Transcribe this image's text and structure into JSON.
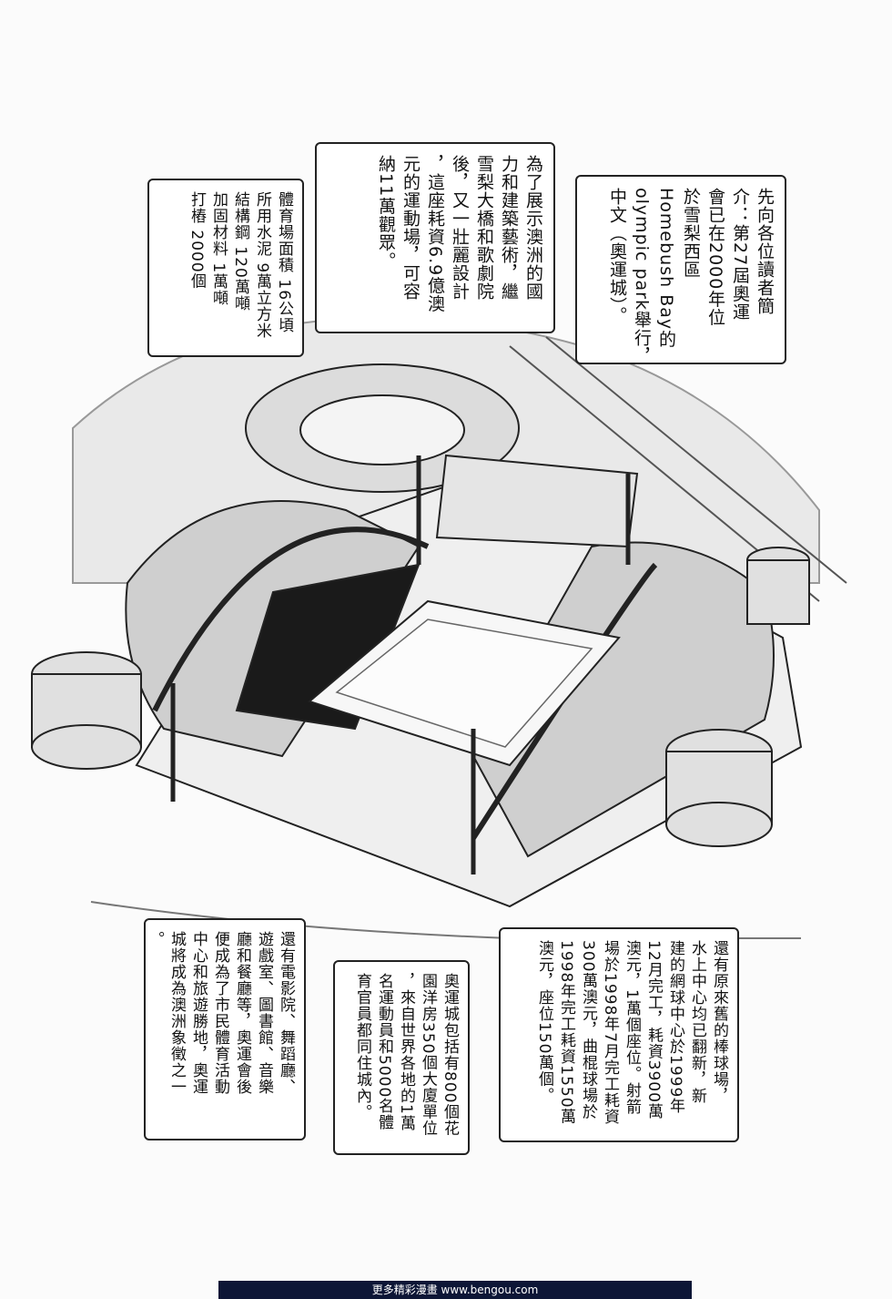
{
  "captions": {
    "top_right": [
      "先向各位讀者簡",
      "介：第27屆奧運",
      "會已在2000年位",
      "於雪梨西區",
      "Homebush Bay的",
      "olympic park舉行，",
      "中文（奧運城）。"
    ],
    "top_middle": [
      "為了展示澳洲的國",
      "力和建築藝術，繼",
      "雪梨大橋和歌劇院",
      "後，又一壯麗設計",
      "，這座耗資6.9億澳",
      "元的運動場，可容",
      "納11萬觀眾。"
    ],
    "top_left": [
      "體育場面積 16公頃",
      "所用水泥 9萬立方米",
      "結構鋼 120萬噸",
      "加固材料 1萬噸",
      "打樁 2000個"
    ],
    "bottom_left": [
      "還有電影院、舞蹈廳、",
      "遊戲室、圖書館、音樂",
      "廳和餐廳等，奧運會後",
      "便成為了市民體育活動",
      "中心和旅遊勝地，奧運",
      "城將成為澳洲象徵之一",
      "。"
    ],
    "bottom_middle": [
      "奧運城包括有800個花",
      "園洋房350個大廈單位",
      "，來自世界各地的1萬",
      "名運動員和5000名體",
      "育官員都同住城內。"
    ],
    "bottom_right": [
      "還有原來舊的棒球場，",
      "水上中心均已翻新，新",
      "建的網球中心於1999年",
      "12月完工，耗資3900萬",
      "澳元，1萬個座位。射箭",
      "場於1998年7月完工耗資",
      "300萬澳元，曲棍球場於",
      "1998年完工耗資1550萬",
      "澳元，座位150萬個。"
    ]
  },
  "footer": "更多精彩漫畫 www.bengou.com"
}
